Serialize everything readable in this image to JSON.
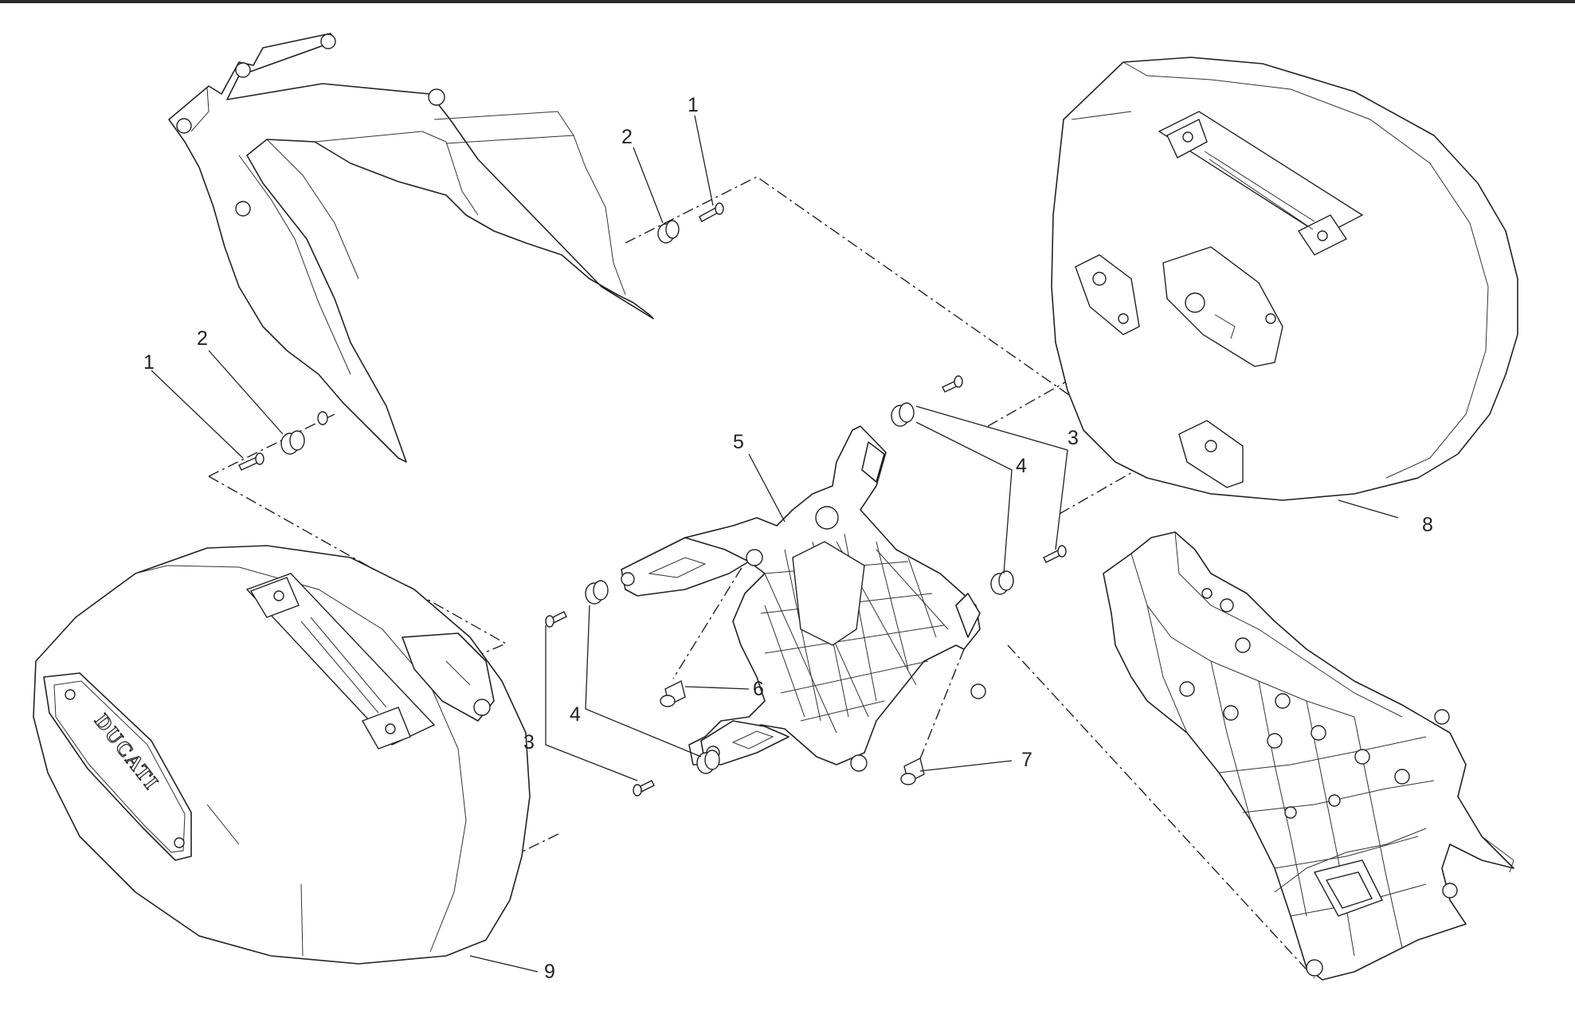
{
  "callouts": {
    "c1_top": "1",
    "c2_top": "2",
    "c1_left": "1",
    "c2_left": "2",
    "c5": "5",
    "c3_right": "3",
    "c4_right": "4",
    "c8": "8",
    "c6": "6",
    "c4_left": "4",
    "c3_left": "3",
    "c7": "7",
    "c9": "9"
  },
  "brand_text": "DUCATI",
  "colors": {
    "line": "#222222",
    "background": "#ffffff",
    "top_rule": "#2b2b2b"
  }
}
